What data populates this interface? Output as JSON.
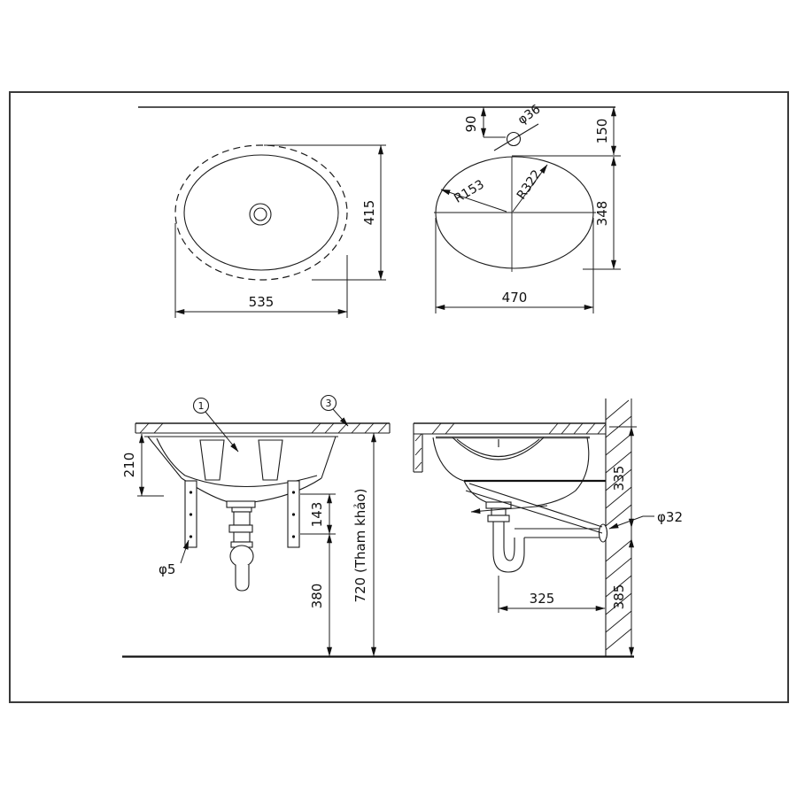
{
  "drawing": {
    "top_view": {
      "width_label": "535",
      "height_label": "415"
    },
    "cutout_view": {
      "width_label": "470",
      "height_label": "348",
      "top_offset_label": "150",
      "faucet_offset_label": "90",
      "faucet_hole_label": "φ36",
      "end_radius_label": "R153",
      "side_radius_label": "R322"
    },
    "front_view": {
      "depth_label": "210",
      "bracket_span_label": "143",
      "trap_height_label": "380",
      "counter_height_label": "720 (Tham khảo)",
      "bracket_hole_label": "φ5",
      "callout_1": "1",
      "callout_3": "3"
    },
    "side_view": {
      "drain_center_label": "335",
      "below_drain_label": "385",
      "drain_offset_label": "325",
      "drain_pipe_label": "φ32"
    }
  }
}
